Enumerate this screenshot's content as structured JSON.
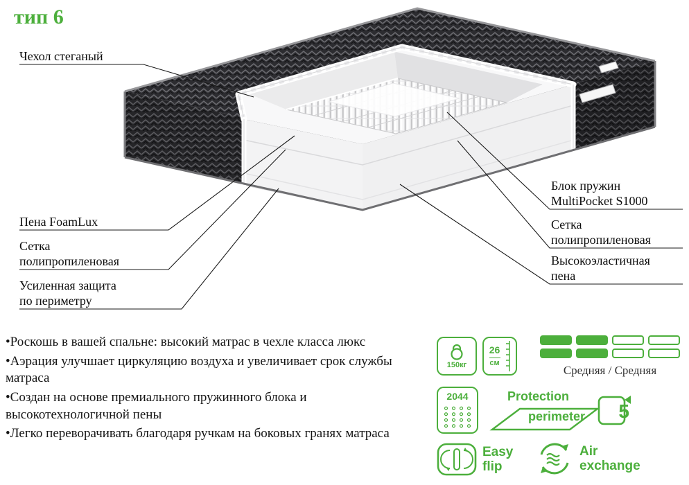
{
  "title": "тип 6",
  "colors": {
    "accent": "#4CAF3C",
    "line": "#1a1a1a",
    "fabric_dark": "#2c2c30"
  },
  "labels": {
    "cover": "Чехол стеганый",
    "foamlux": "Пена FoamLux",
    "mesh_left": "Сетка\nполипропиленовая",
    "perimeter": "Усиленная защита\nпо периметру",
    "springs": "Блок пружин\nMultiPocket S1000",
    "mesh_right": "Сетка\nполипропиленовая",
    "elastic_foam": "Высокоэластичная\nпена"
  },
  "features": [
    "•Роскошь в вашей спальне: высокий матрас в чехле класса люкс",
    "•Аэрация улучшает циркуляцию воздуха и увеличивает срок службы матраса",
    "•Создан на основе премиального пружинного блока и высокотехнологичной пены",
    "•Легко переворачивать благодаря ручкам на боковых гранях матраса"
  ],
  "badges": {
    "weight": "150кг",
    "height_value": "26",
    "height_unit": "см",
    "springs_count": "2044",
    "protection_line1": "Protection",
    "protection_line2": "perimeter",
    "zones": "5",
    "easyflip_line1": "Easy",
    "easyflip_line2": "flip",
    "air_line1": "Air",
    "air_line2": "exchange"
  },
  "firmness": {
    "bars": [
      "solid",
      "solid",
      "outline",
      "outline",
      "solid",
      "solid",
      "outline",
      "outline"
    ],
    "label": "Средняя / Средняя"
  }
}
